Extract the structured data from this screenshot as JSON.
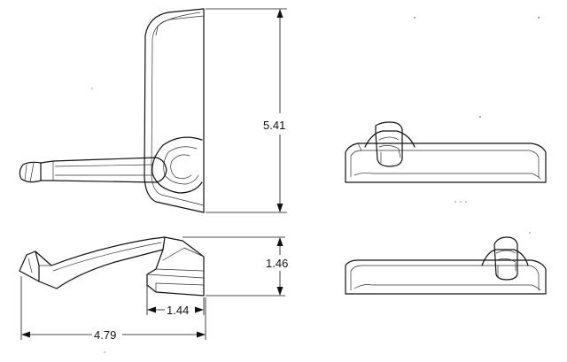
{
  "dimensions": {
    "height": "5.41",
    "side_height": "1.46",
    "base_length": "1.44",
    "overall_length": "4.79"
  },
  "colors": {
    "line": "#111111",
    "background": "#ffffff"
  }
}
